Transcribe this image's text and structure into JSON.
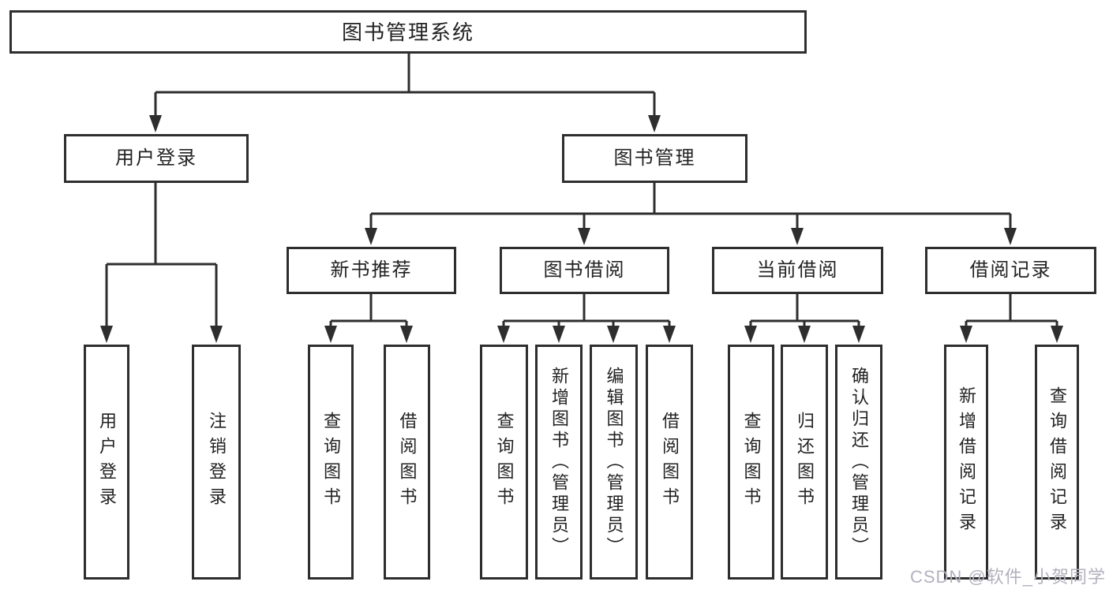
{
  "diagram": {
    "type": "hierarchy-tree",
    "colors": {
      "background": "#ffffff",
      "line": "#2e2e2e",
      "box_border": "#2e2e2e",
      "text": "#222222",
      "watermark": "#b2b2be"
    },
    "tree": {
      "label": "图书管理系统",
      "children": [
        {
          "label": "用户登录",
          "children": [
            {
              "label": "用户登录"
            },
            {
              "label": "注销登录"
            }
          ]
        },
        {
          "label": "图书管理",
          "children": [
            {
              "label": "新书推荐",
              "children": [
                {
                  "label": "查询图书"
                },
                {
                  "label": "借阅图书"
                }
              ]
            },
            {
              "label": "图书借阅",
              "children": [
                {
                  "label": "查询图书"
                },
                {
                  "label": "新增图书（管理员）"
                },
                {
                  "label": "编辑图书（管理员）"
                },
                {
                  "label": "借阅图书"
                }
              ]
            },
            {
              "label": "当前借阅",
              "children": [
                {
                  "label": "查询图书"
                },
                {
                  "label": "归还图书"
                },
                {
                  "label": "确认归还（管理员）"
                }
              ]
            },
            {
              "label": "借阅记录",
              "children": [
                {
                  "label": "新增借阅记录"
                },
                {
                  "label": "查询借阅记录"
                }
              ]
            }
          ]
        }
      ]
    },
    "watermark": "CSDN @软件_小贺同学"
  }
}
